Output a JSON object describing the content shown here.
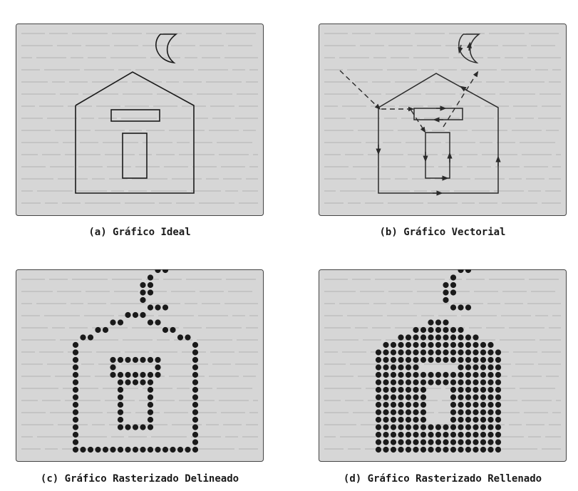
{
  "captions": {
    "a": "(a) Gráfico Ideal",
    "b": "(b) Gráfico Vectorial",
    "c": "(c) Gráfico Rasterizado Delineado",
    "d": "(d) Gráfico Rasterizado Rellenado"
  },
  "colors": {
    "panel_bg": "#d6d6d6",
    "panel_border": "#444444",
    "texture": "#c4c4c4",
    "ink": "#1a1a1a",
    "vector_path": "#2a2a2a"
  },
  "icons": {
    "moon": "crescent-moon-icon",
    "house": "house-outline-icon"
  }
}
